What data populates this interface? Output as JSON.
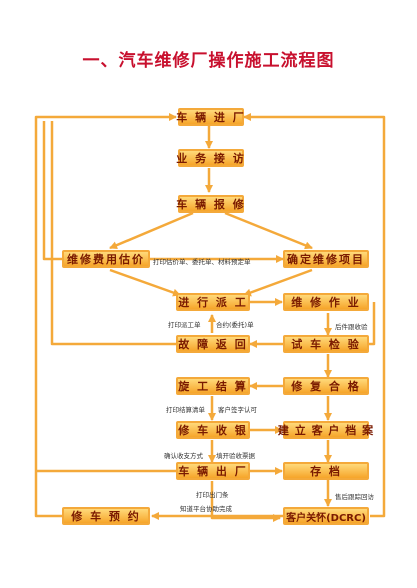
{
  "title": "一、汽车维修厂操作施工流程图",
  "nodes": {
    "entry": "车 辆 进 厂",
    "reception": "业 务 接 访",
    "report": "车 辆 报 修",
    "estimate": "维修费用估价",
    "confirm": "确定维修项目",
    "dispatch": "进 行 派 工",
    "repair": "维 修 作 业",
    "fault_return": "故 障 返 回",
    "test_drive": "试 车 检 验",
    "settlement": "旋 工 结 算",
    "quality_ok": "修 复 合 格",
    "cashier": "修 车 收 银",
    "customer_file": "建 立 客 户 档 案",
    "exit": "车 辆 出 厂",
    "archive": "存 档",
    "reservation": "修 车 预 约",
    "customer_care": "客户关怀(DCRC)"
  },
  "notes": {
    "print_forms": "打印估价单、委托单、材料预定单",
    "print_dispatch": "打印派工单",
    "contract": "合约(委托)单",
    "post_inspection": "后件跟收验",
    "print_settlement": "打印结算清单",
    "customer_sign": "客户签字认可",
    "confirm_payment": "确认收支方式",
    "issue_pass": "填开验收票据",
    "print_exit": "打印出门条",
    "notify_followup": "知道平台协助完成",
    "followup_visit": "售后跟踪回访"
  },
  "colors": {
    "line": "#f4a93a",
    "title": "#c8102e",
    "text": "#7a1a00"
  }
}
